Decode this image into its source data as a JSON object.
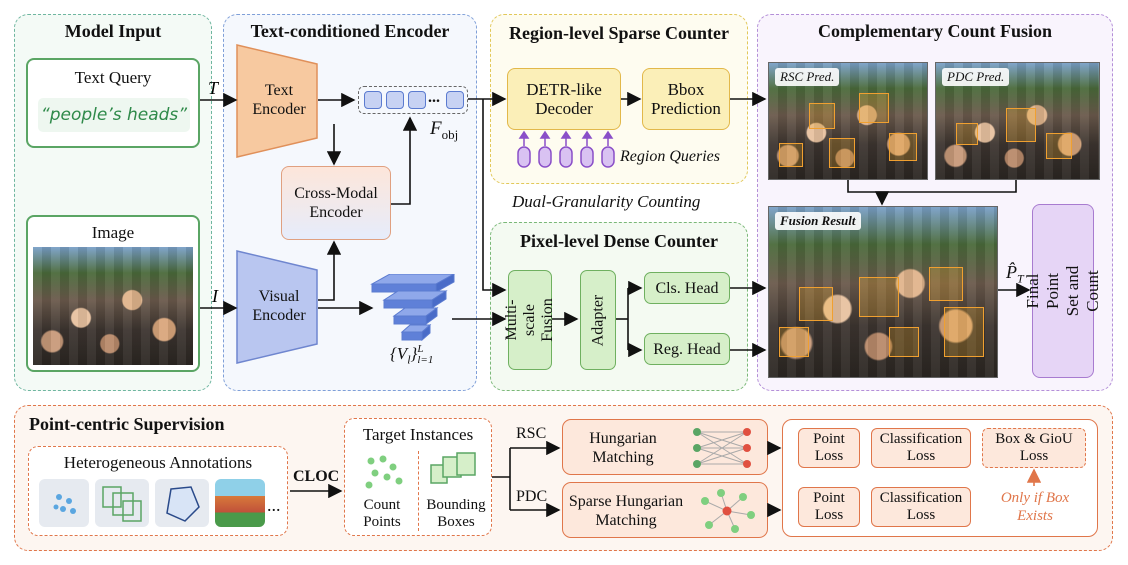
{
  "panels": {
    "model_input": {
      "title": "Model Input",
      "text_query_label": "Text Query",
      "text_query_value": "“people’s heads”",
      "image_label": "Image"
    },
    "encoder": {
      "title": "Text-conditioned Encoder",
      "text_encoder": "Text Encoder",
      "cross_modal": "Cross-Modal Encoder",
      "visual_encoder": "Visual Encoder"
    },
    "rsc": {
      "title": "Region-level Sparse Counter",
      "decoder": "DETR-like Decoder",
      "bbox": "Bbox Prediction",
      "region_queries": "Region Queries"
    },
    "pdc": {
      "title": "Pixel-level Dense Counter",
      "multiscale": "Multi-scale Fusion",
      "adapter": "Adapter",
      "cls_head": "Cls. Head",
      "reg_head": "Reg. Head"
    },
    "fusion": {
      "title": "Complementary Count Fusion",
      "rsc_pred": "RSC Pred.",
      "pdc_pred": "PDC Pred.",
      "fusion_result": "Fusion Result",
      "final": "Final Point Set and Count"
    },
    "dual_granularity": "Dual-Granularity Counting"
  },
  "symbols": {
    "T": "T",
    "I": "I",
    "F_obj": "F",
    "F_obj_sub": "obj",
    "V_set": "{V",
    "V_sub": "l",
    "V_rest": "}",
    "V_sup": "L",
    "V_range": "l=1",
    "P_T": "P̂",
    "P_T_sub": "T",
    "dots": "..."
  },
  "supervision": {
    "title": "Point-centric Supervision",
    "heterogeneous": "Heterogeneous Annotations",
    "cloc": "CLOC",
    "target_instances": "Target Instances",
    "count_points": "Count Points",
    "bounding_boxes": "Bounding Boxes",
    "rsc": "RSC",
    "pdc": "PDC",
    "hungarian": "Hungarian Matching",
    "sparse_hungarian": "Sparse Hungarian Matching",
    "point_loss_1": "Point Loss",
    "cls_loss_1": "Classification Loss",
    "box_giou_loss": "Box & GioU Loss",
    "point_loss_2": "Point Loss",
    "cls_loss_2": "Classification Loss",
    "only_if": "Only if Box Exists",
    "ellipsis": "..."
  },
  "colors": {
    "green": "#5aa564",
    "blue": "#5b7bd0",
    "orange": "#e08a4a",
    "yellow": "#e8c84a",
    "purple": "#a87bd0",
    "salmon": "#e0764a"
  }
}
